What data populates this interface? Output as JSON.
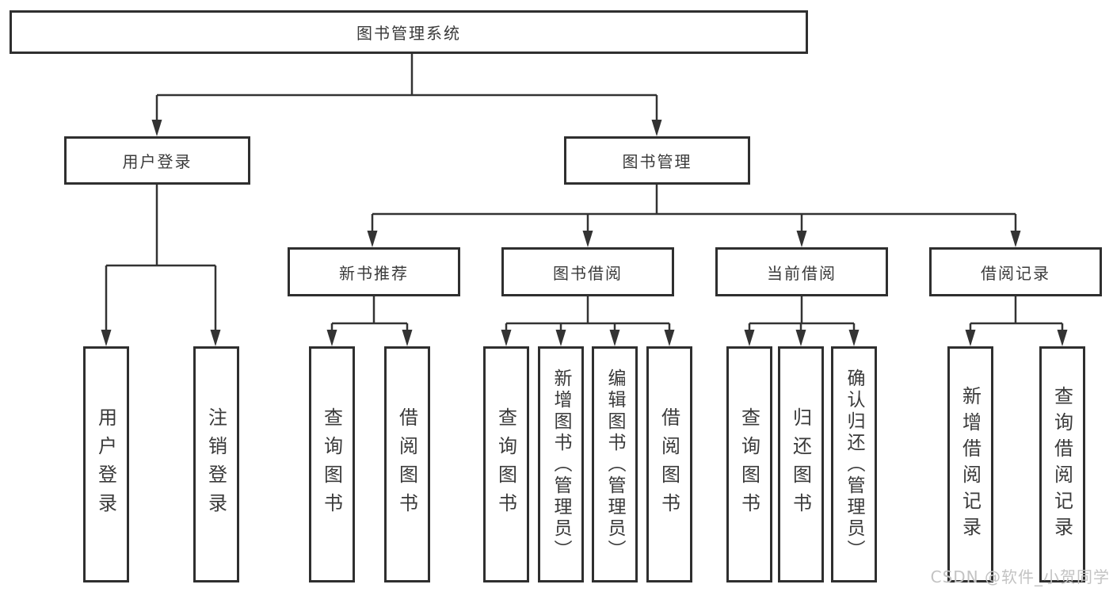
{
  "diagram": {
    "watermark": "CSDN @软件_小贺同学",
    "colors": {
      "line": "#333333",
      "box_border": "#2f2f2f",
      "text": "#3a3a3a",
      "background": "#ffffff",
      "watermark": "#c3c3c3"
    },
    "nodes": {
      "root": "图书管理系统",
      "user_login": "用户登录",
      "book_mgmt": "图书管理",
      "new_book_rec": "新书推荐",
      "book_borrow": "图书借阅",
      "current_borrow": "当前借阅",
      "borrow_records": "借阅记录",
      "leaf_user_login": "用户登录",
      "leaf_logout": "注销登录",
      "leaf_query_book_1": "查询图书",
      "leaf_borrow_book_1": "借阅图书",
      "leaf_query_book_2": "查询图书",
      "leaf_add_book": "新增图书（管理员）",
      "leaf_edit_book": "编辑图书（管理员）",
      "leaf_borrow_book_2": "借阅图书",
      "leaf_query_book_3": "查询图书",
      "leaf_return_book": "归还图书",
      "leaf_confirm_return": "确认归还（管理员）",
      "leaf_add_record": "新增借阅记录",
      "leaf_query_record": "查询借阅记录"
    }
  }
}
